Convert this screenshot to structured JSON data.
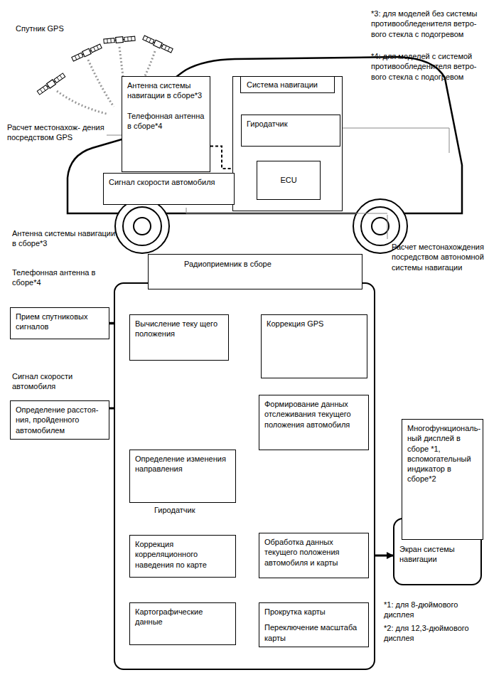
{
  "diagram": {
    "nodes": [
      {
        "text": [
          "Антенна системы навигации в сборе*3",
          "Телефонная антенна в сборе*4"
        ]
      },
      {
        "text": [
          "Система навигации"
        ]
      },
      {
        "text": [
          "Гиродатчик"
        ],
        "in": 1
      },
      {
        "text": [
          "ECU"
        ],
        "in": 1
      },
      {
        "text": [
          "Сигнал скорости автомобиля"
        ]
      },
      {
        "text": [
          "Радиоприемник в сборе"
        ]
      },
      {
        "text": [
          "Антенна системы навигации в сборе*3",
          "Телефонная антенна в сборе*4",
          "Прием спутниковых сигналов"
        ]
      },
      {
        "text": [
          "Вычисление теку щего положения"
        ],
        "in": 5
      },
      {
        "text": [
          "Коррекция GPS"
        ],
        "in": 5
      },
      {
        "text": [
          "Сигнал скорости автомобиля",
          "Определение расстоя- ния, пройденного автомобилем"
        ]
      },
      {
        "text": [
          "Формирование данных отслеживания текущего положения автомобиля"
        ],
        "in": 5
      },
      {
        "text": [
          "Определение изменения направления",
          "Гиродатчик"
        ],
        "in": 5
      },
      {
        "text": [
          "Коррекция корреляционного наведения по карте"
        ],
        "in": 5
      },
      {
        "text": [
          "Обработка данных текущего положения автомобиля и карты"
        ],
        "in": 5
      },
      {
        "text": [
          "Картографические данные"
        ],
        "in": 5
      },
      {
        "text": [
          "Прокрутка карты",
          "Переключение масштаба карты"
        ],
        "in": 5
      },
      {
        "text": [
          "Экран системы навигации"
        ]
      },
      {
        "text": [
          "Многофункциональ- ный дисплей в сборе *1, вспомогательный индикатор в сборе*2"
        ],
        "in": 16
      }
    ],
    "edges": [
      {
        "from": 0,
        "to": 3,
        "arrow": "to"
      },
      {
        "from": 4,
        "to": 3,
        "arrow": "to"
      },
      {
        "from": 2,
        "to": 3,
        "arrow": "to"
      },
      {
        "from": 6,
        "to": 7,
        "arrow": "to"
      },
      {
        "from": 7,
        "to": 8,
        "arrow": "to"
      },
      {
        "from": 8,
        "to": 10,
        "arrow": "to"
      },
      {
        "from": 9,
        "to": 10,
        "arrow": "to"
      },
      {
        "from": 11,
        "to": 10,
        "arrow": "to"
      },
      {
        "from": 12,
        "to": 10,
        "arrow": "to"
      },
      {
        "from": 10,
        "to": 13,
        "arrow": "to"
      },
      {
        "from": 14,
        "to": 12,
        "arrow": "to"
      },
      {
        "from": 14,
        "to": 15,
        "arrow": "to"
      },
      {
        "from": 15,
        "to": 13,
        "arrow": "to"
      },
      {
        "from": 13,
        "to": 16,
        "arrow": "to"
      }
    ],
    "labels": [
      "Спутник GPS",
      "*3: для моделей без системы противообледенителя ветро- вого стекла с подогревом",
      "*4: для моделей с системой противообледенителя ветро- вого стекла с подогревом",
      "Расчет местонахож- дения посредством GPS",
      "Расчет местонахождения посредством автономной системы навигации",
      "*1: для 8-дюймового дисплея",
      "*2: для 12,3-дюймового дисплея"
    ]
  }
}
